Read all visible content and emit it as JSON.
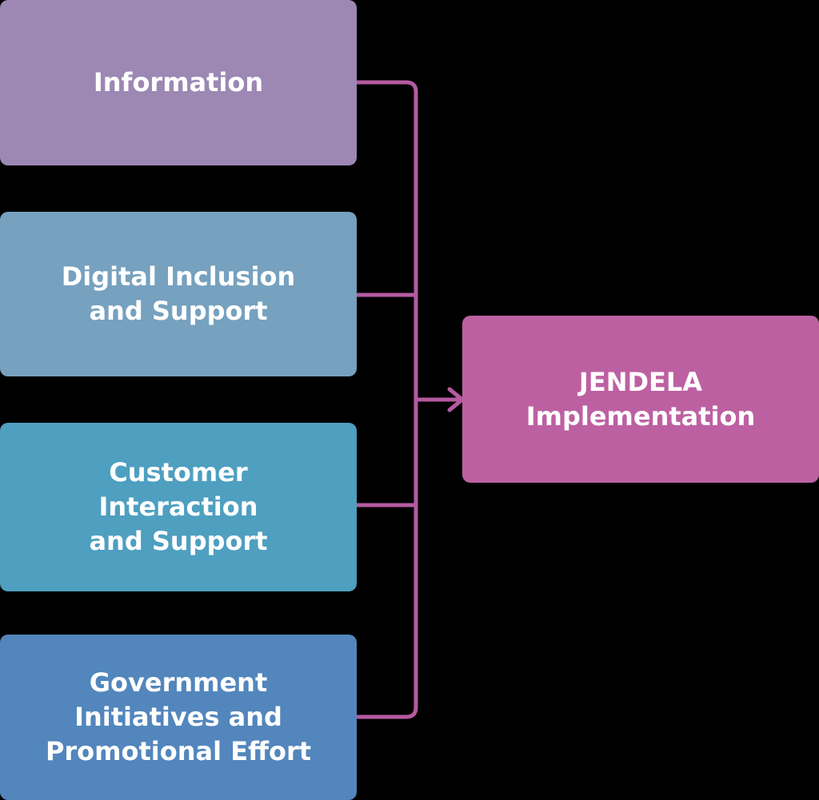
{
  "sources": [
    {
      "label": "Information",
      "color": "#9C88B3"
    },
    {
      "label": "Digital Inclusion\nand Support",
      "color": "#76A1BF"
    },
    {
      "label": "Customer\nInteraction\nand Support",
      "color": "#4E9FC0"
    },
    {
      "label": "Government\nInitiatives and\nPromotional Effort",
      "color": "#5286BC"
    }
  ],
  "target": {
    "label": "JENDELA\nImplementation",
    "color": "#BD60A2"
  },
  "connector_color": "#B55AA0"
}
